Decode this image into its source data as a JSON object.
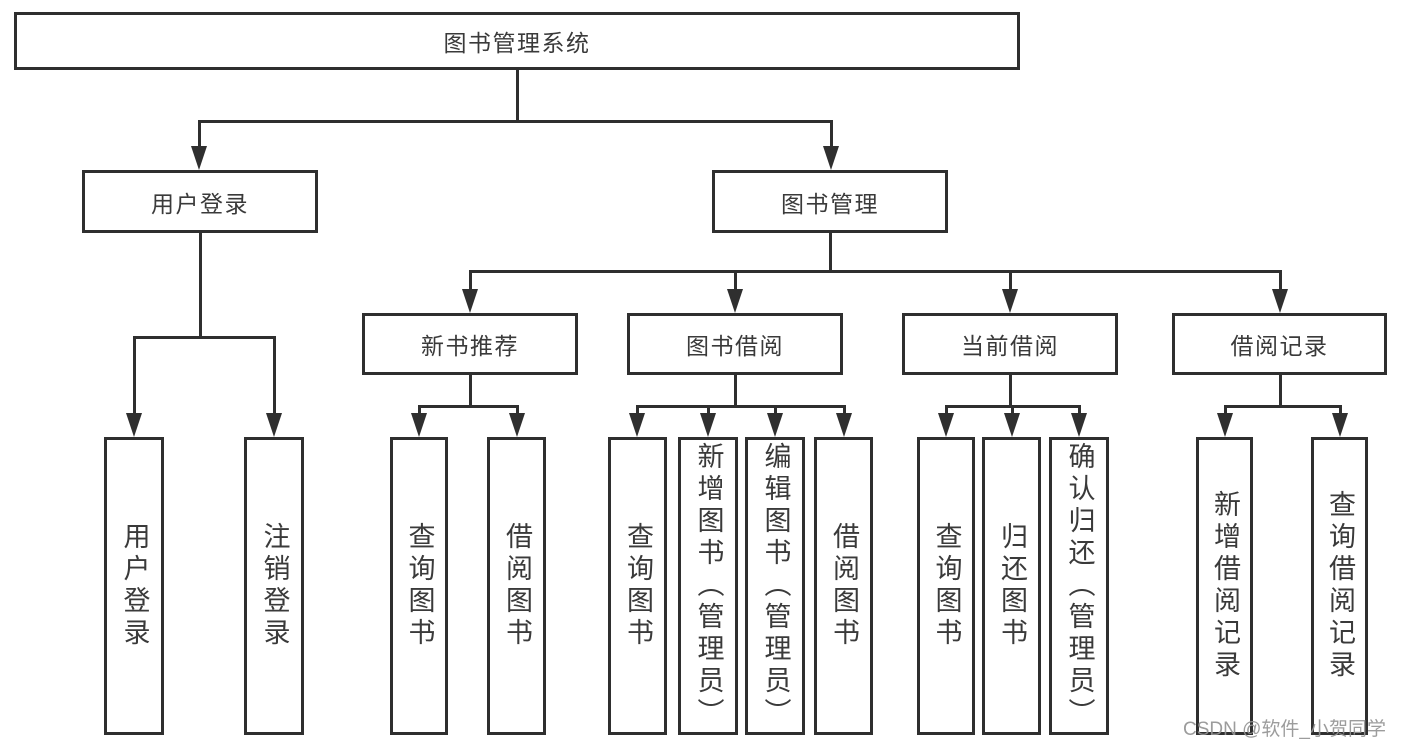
{
  "diagram": {
    "nodes": {
      "root": "图书管理系统",
      "user_login": "用户登录",
      "book_mgmt": "图书管理",
      "new_book_rec": "新书推荐",
      "book_borrow": "图书借阅",
      "current_borrow": "当前借阅",
      "borrow_record": "借阅记录",
      "user_login_leaf": "用户登录",
      "logout_leaf": "注销登录",
      "rec_query_book": "查询图书",
      "rec_borrow_book": "借阅图书",
      "bb_query_book": "查询图书",
      "bb_add_book": "新增图书（管理员）",
      "bb_edit_book": "编辑图书（管理员）",
      "bb_borrow_book": "借阅图书",
      "cb_query_book": "查询图书",
      "cb_return_book": "归还图书",
      "cb_confirm_return": "确认归还（管理员）",
      "br_add_record": "新增借阅记录",
      "br_query_record": "查询借阅记录"
    },
    "colors": {
      "line": "#2f2f2f",
      "text": "#3a3a3a",
      "background": "#ffffff",
      "watermark": "#949494"
    },
    "watermark": "CSDN @软件_小贺同学"
  }
}
